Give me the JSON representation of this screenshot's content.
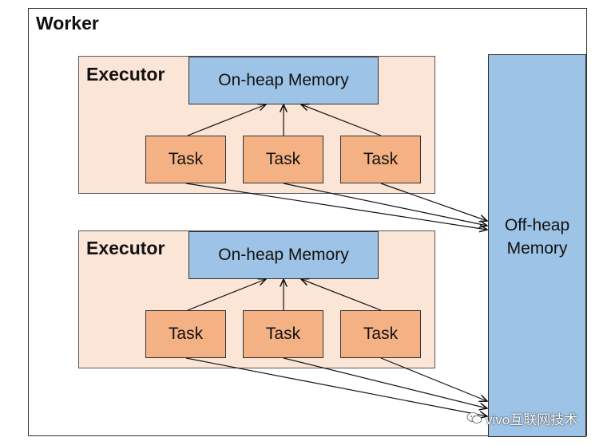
{
  "worker": {
    "label": "Worker"
  },
  "executors": [
    {
      "label": "Executor",
      "onheap_label": "On-heap Memory",
      "tasks": [
        "Task",
        "Task",
        "Task"
      ]
    },
    {
      "label": "Executor",
      "onheap_label": "On-heap Memory",
      "tasks": [
        "Task",
        "Task",
        "Task"
      ]
    }
  ],
  "offheap": {
    "line1": "Off-heap",
    "line2": "Memory"
  },
  "watermark": {
    "text": "vivo互联网技术",
    "icon": "wechat-icon"
  },
  "colors": {
    "executor_bg": "#fbe5d6",
    "memory_bg": "#9dc3e6",
    "task_bg": "#f4b183"
  }
}
